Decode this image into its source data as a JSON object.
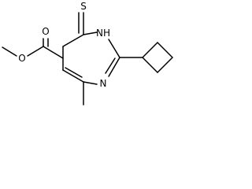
{
  "molecule": {
    "atoms": {
      "S": "S",
      "NH": "NH",
      "N": "N",
      "O_carbonyl": "O",
      "O_ester": "O"
    },
    "colors": {
      "bond": "#000000",
      "text": "#000000",
      "background": "#ffffff"
    }
  }
}
